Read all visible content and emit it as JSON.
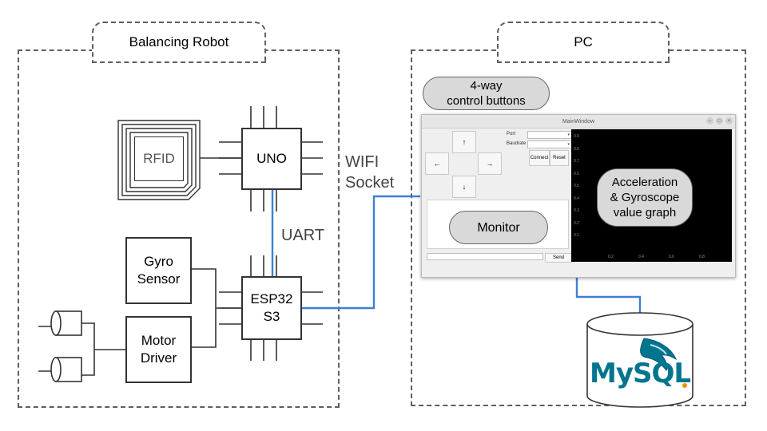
{
  "groups": {
    "robot_label": "Balancing Robot",
    "pc_label": "PC"
  },
  "blocks": {
    "rfid": "RFID",
    "uno": "UNO",
    "esp32": "ESP32\nS3",
    "gyro": "Gyro\nSensor",
    "motor_driver": "Motor\nDriver"
  },
  "links": {
    "uart": "UART",
    "wifi": "WIFI\nSocket"
  },
  "callouts": {
    "control_buttons": "4-way\ncontrol buttons",
    "monitor": "Monitor",
    "graph": "Acceleration\n& Gyroscope\nvalue graph"
  },
  "main_window": {
    "title": "MainWindow",
    "arrows": {
      "up": "↑",
      "left": "←",
      "right": "→",
      "down": "↓"
    },
    "port_label": "Port",
    "baudrate_label": "Baudrate",
    "connect_label": "Connect",
    "reset_label": "Reset",
    "send_label": "Send",
    "y_ticks": [
      "0.9",
      "0.8",
      "0.7",
      "0.6",
      "0.5",
      "0.4",
      "0.3",
      "0.2",
      "0.1"
    ],
    "x_ticks": [
      "0.2",
      "0.4",
      "0.6",
      "0.8"
    ]
  },
  "database": {
    "logo_text": "MySQL"
  },
  "colors": {
    "link_blue": "#3d7fd6",
    "wire": "#333333",
    "graph_bg": "#000000",
    "mysql_blue": "#00758f",
    "mysql_orange": "#f29111"
  }
}
